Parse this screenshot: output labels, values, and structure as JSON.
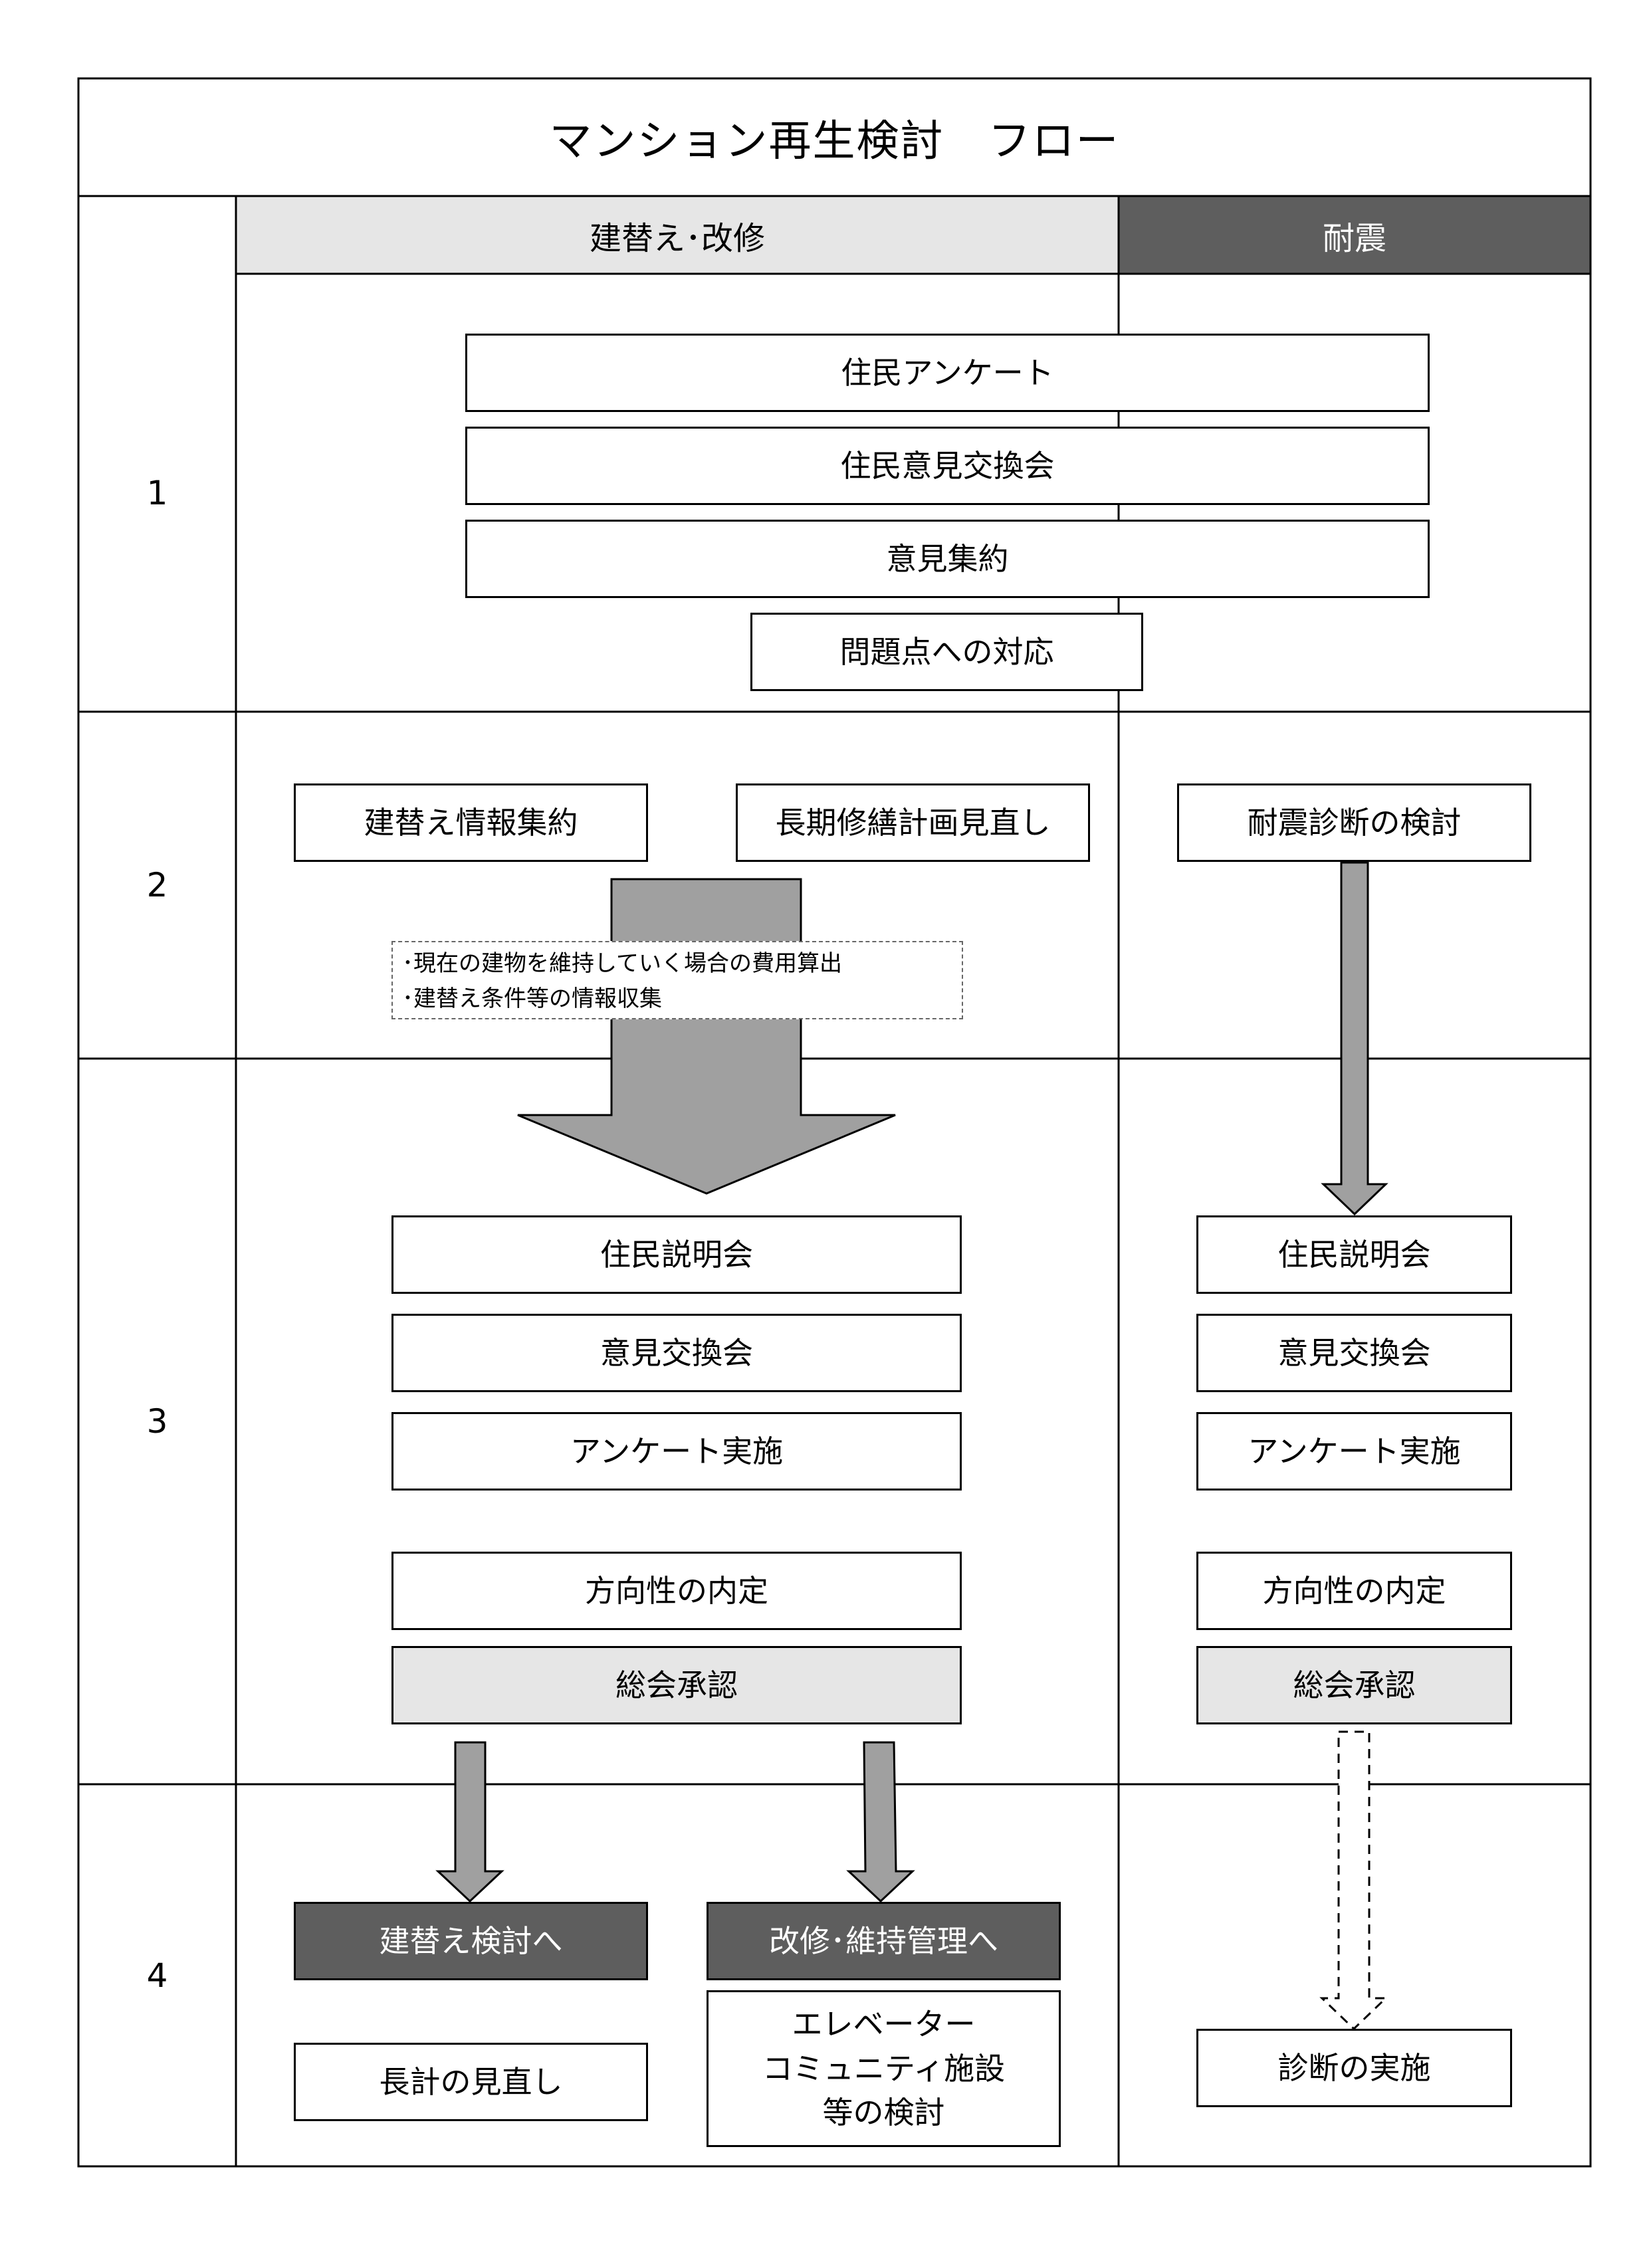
{
  "title": "マンション再生検討　フロー",
  "columns": {
    "rebuild_renovate": "建替え･改修",
    "seismic": "耐震"
  },
  "rows": {
    "r1": "1",
    "r2": "2",
    "r3": "3",
    "r4": "4"
  },
  "stage1": {
    "survey": "住民アンケート",
    "exchange": "住民意見交換会",
    "summary": "意見集約",
    "issues": "問題点への対応"
  },
  "stage2": {
    "rebuild_info": "建替え情報集約",
    "long_term_plan": "長期修繕計画見直し",
    "seismic_review": "耐震診断の検討",
    "notes": [
      "･現在の建物を維持していく場合の費用算出",
      "･建替え条件等の情報収集"
    ]
  },
  "stage3_left": {
    "briefing": "住民説明会",
    "exchange": "意見交換会",
    "survey": "アンケート実施",
    "direction": "方向性の内定",
    "approval": "総会承認"
  },
  "stage3_right": {
    "briefing": "住民説明会",
    "exchange": "意見交換会",
    "survey": "アンケート実施",
    "direction": "方向性の内定",
    "approval": "総会承認"
  },
  "stage4": {
    "to_rebuild": "建替え検討へ",
    "to_renovate": "改修･維持管理へ",
    "plan_review": "長計の見直し",
    "facilities": [
      "エレベーター",
      "コミュニティ施設",
      "等の検討"
    ],
    "diagnosis": "診断の実施"
  },
  "colors": {
    "border": "#000000",
    "light_fill": "#e6e6e6",
    "dark_fill": "#5e5e5e",
    "arrow_fill": "#a0a0a0"
  }
}
